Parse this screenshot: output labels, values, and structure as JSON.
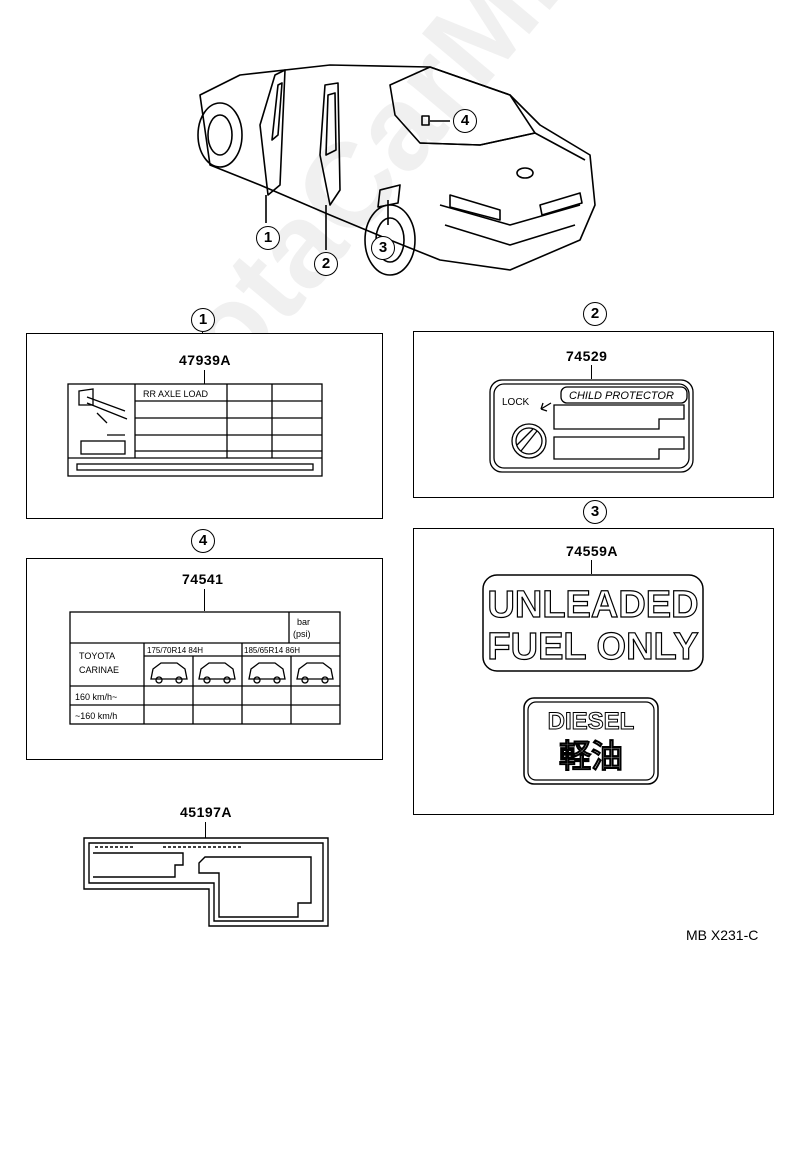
{
  "watermark": "ToyotaCarMine.ru",
  "figure_code": "MB X231-C",
  "callouts": {
    "c1": "1",
    "c2": "2",
    "c3": "3",
    "c4": "4"
  },
  "labels": {
    "l1": {
      "callout": "1",
      "part_no": "47939A",
      "row_text": "RR AXLE LOAD"
    },
    "l2": {
      "callout": "2",
      "part_no": "74529",
      "lock": "LOCK",
      "title": "CHILD PROTECTOR"
    },
    "l3": {
      "callout": "3",
      "part_no": "74559A",
      "line1": "UNLEADED",
      "line2": "FUEL ONLY",
      "diesel": "DIESEL",
      "jp": "軽油"
    },
    "l4": {
      "callout": "4",
      "part_no": "74541",
      "unit1": "bar",
      "unit2": "(psi)",
      "brand1": "TOYOTA",
      "brand2": "CARINAE",
      "tire1": "175/70R14 84H",
      "tire2": "185/65R14 86H",
      "speed1": "160 km/h~",
      "speed2": "~160 km/h"
    },
    "l5": {
      "part_no": "45197A"
    }
  }
}
